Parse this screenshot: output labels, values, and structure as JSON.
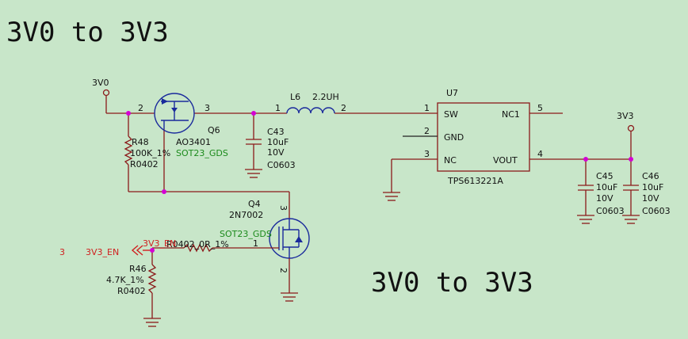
{
  "title_top": "3V0 to 3V3",
  "title_bottom": "3V0 to 3V3",
  "nets": {
    "in_power": "3V0",
    "out_power": "3V3",
    "enable_net": "3V3_EN",
    "enable_sheet": "3",
    "enable_pin_text": "3V3_EN"
  },
  "q6": {
    "ref": "Q6",
    "part": "AO3401",
    "pkg": "SOT23_GDS",
    "pin_left": "2",
    "pin_right": "3"
  },
  "r48": {
    "ref": "R48",
    "value": "100K_1%",
    "pkg": "R0402"
  },
  "c43": {
    "ref": "C43",
    "value": "10uF",
    "voltage": "10V",
    "pkg": "C0603"
  },
  "l6": {
    "ref": "L6",
    "value": "2.2UH",
    "pin1": "1",
    "pin2": "2"
  },
  "u7": {
    "ref": "U7",
    "part": "TPS613221A",
    "pins": {
      "sw": "SW",
      "gnd": "GND",
      "nc": "NC",
      "nc1": "NC1",
      "vout": "VOUT"
    },
    "pin_nums": {
      "sw": "1",
      "gnd": "2",
      "nc": "3",
      "vout": "4",
      "nc1": "5"
    }
  },
  "c45": {
    "ref": "C45",
    "value": "10uF",
    "voltage": "10V",
    "pkg": "C0603"
  },
  "c46": {
    "ref": "C46",
    "value": "10uF",
    "voltage": "10V",
    "pkg": "C0603"
  },
  "q4": {
    "ref": "Q4",
    "part": "2N7002",
    "pkg": "SOT23_GDS",
    "pin_gate": "1",
    "pin_drain": "3",
    "pin_source": "2"
  },
  "r_gate": {
    "text": "R0402_0R_1%"
  },
  "r46": {
    "ref": "R46",
    "value": "4.7K_1%",
    "pkg": "R0402"
  }
}
